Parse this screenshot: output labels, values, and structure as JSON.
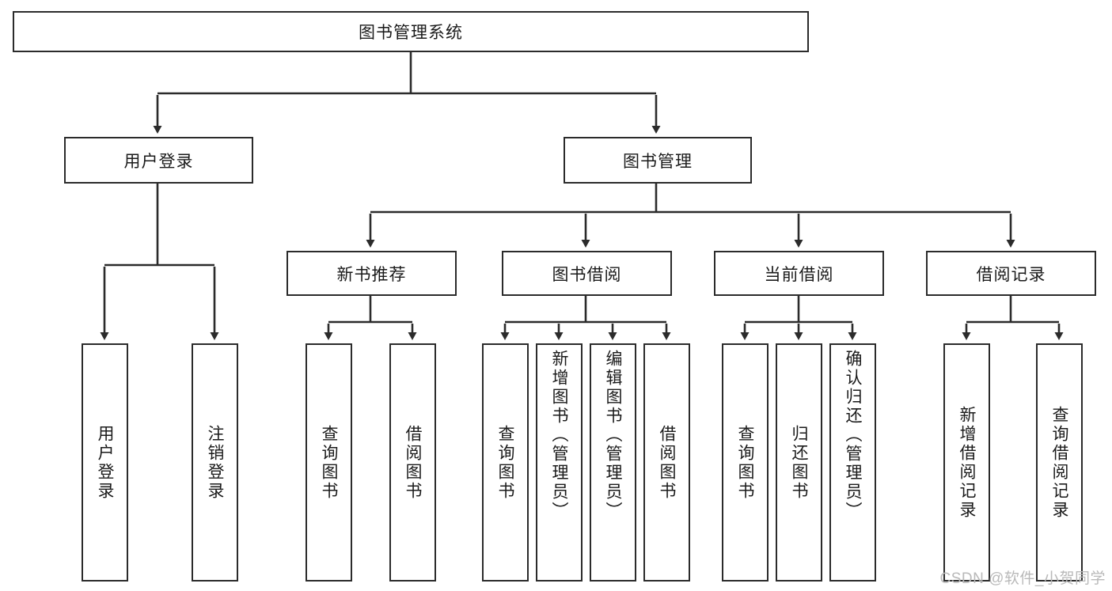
{
  "diagram": {
    "title": "图书管理系统",
    "type": "tree",
    "watermark": "CSDN @软件_小贺同学",
    "colors": {
      "box_border": "#2b2b2b",
      "box_fill": "#ffffff",
      "edge": "#2b2b2b",
      "text": "#1a1a1a",
      "watermark": "#b9b9b9"
    },
    "nodes": {
      "root": {
        "label": "图书管理系统",
        "level": 1,
        "orientation": "horizontal"
      },
      "user_login": {
        "label": "用户登录",
        "level": 2,
        "orientation": "horizontal"
      },
      "book_mgmt": {
        "label": "图书管理",
        "level": 2,
        "orientation": "horizontal"
      },
      "new_book_rec": {
        "label": "新书推荐",
        "level": 3,
        "orientation": "horizontal"
      },
      "book_borrow": {
        "label": "图书借阅",
        "level": 3,
        "orientation": "horizontal"
      },
      "current_borrow": {
        "label": "当前借阅",
        "level": 3,
        "orientation": "horizontal"
      },
      "borrow_record": {
        "label": "借阅记录",
        "level": 3,
        "orientation": "horizontal"
      },
      "leaf_user_login": {
        "label": "用户登录",
        "level": 3,
        "orientation": "vertical"
      },
      "leaf_logout": {
        "label": "注销登录",
        "level": 3,
        "orientation": "vertical"
      },
      "leaf_query_book_1": {
        "label": "查询图书",
        "level": 4,
        "orientation": "vertical"
      },
      "leaf_borrow_book_1": {
        "label": "借阅图书",
        "level": 4,
        "orientation": "vertical"
      },
      "leaf_query_book_2": {
        "label": "查询图书",
        "level": 4,
        "orientation": "vertical"
      },
      "leaf_add_book": {
        "label": "新增图书（管理员）",
        "level": 4,
        "orientation": "vertical"
      },
      "leaf_edit_book": {
        "label": "编辑图书（管理员）",
        "level": 4,
        "orientation": "vertical"
      },
      "leaf_borrow_book_2": {
        "label": "借阅图书",
        "level": 4,
        "orientation": "vertical"
      },
      "leaf_query_book_3": {
        "label": "查询图书",
        "level": 4,
        "orientation": "vertical"
      },
      "leaf_return_book": {
        "label": "归还图书",
        "level": 4,
        "orientation": "vertical"
      },
      "leaf_confirm_return": {
        "label": "确认归还（管理员）",
        "level": 4,
        "orientation": "vertical"
      },
      "leaf_add_record": {
        "label": "新增借阅记录",
        "level": 4,
        "orientation": "vertical"
      },
      "leaf_query_record": {
        "label": "查询借阅记录",
        "level": 4,
        "orientation": "vertical"
      }
    },
    "edges": [
      {
        "from": "root",
        "to": "user_login"
      },
      {
        "from": "root",
        "to": "book_mgmt"
      },
      {
        "from": "user_login",
        "to": "leaf_user_login"
      },
      {
        "from": "user_login",
        "to": "leaf_logout"
      },
      {
        "from": "book_mgmt",
        "to": "new_book_rec"
      },
      {
        "from": "book_mgmt",
        "to": "book_borrow"
      },
      {
        "from": "book_mgmt",
        "to": "current_borrow"
      },
      {
        "from": "book_mgmt",
        "to": "borrow_record"
      },
      {
        "from": "new_book_rec",
        "to": "leaf_query_book_1"
      },
      {
        "from": "new_book_rec",
        "to": "leaf_borrow_book_1"
      },
      {
        "from": "book_borrow",
        "to": "leaf_query_book_2"
      },
      {
        "from": "book_borrow",
        "to": "leaf_add_book"
      },
      {
        "from": "book_borrow",
        "to": "leaf_edit_book"
      },
      {
        "from": "book_borrow",
        "to": "leaf_borrow_book_2"
      },
      {
        "from": "current_borrow",
        "to": "leaf_query_book_3"
      },
      {
        "from": "current_borrow",
        "to": "leaf_return_book"
      },
      {
        "from": "current_borrow",
        "to": "leaf_confirm_return"
      },
      {
        "from": "borrow_record",
        "to": "leaf_add_record"
      },
      {
        "from": "borrow_record",
        "to": "leaf_query_record"
      }
    ]
  }
}
